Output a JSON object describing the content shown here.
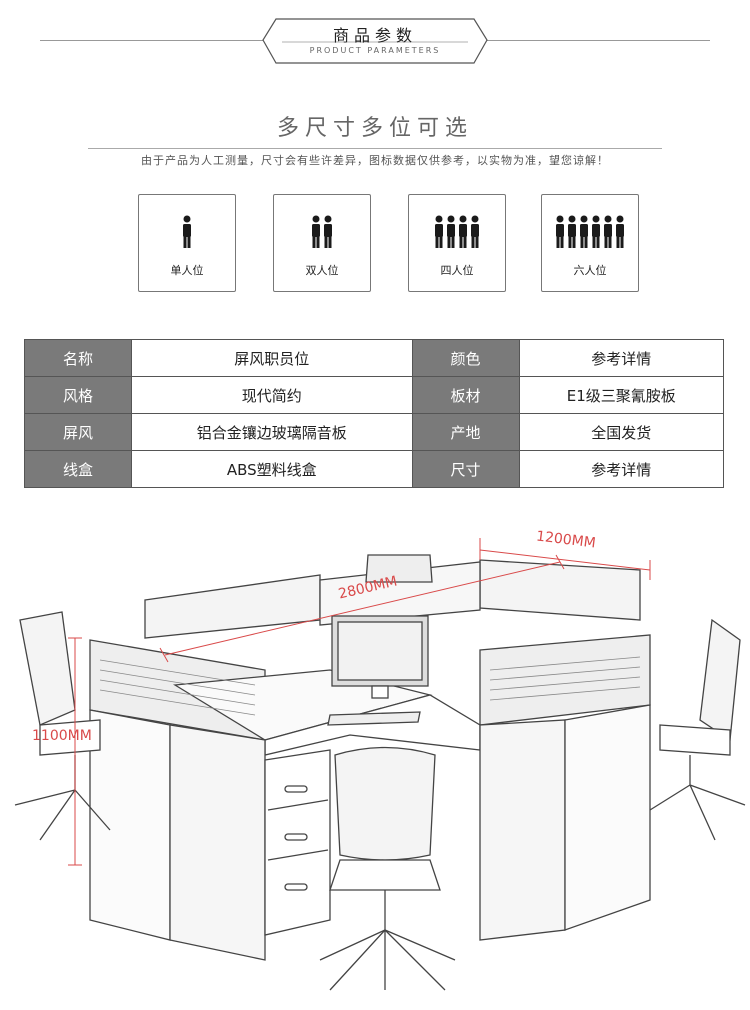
{
  "header": {
    "title": "商品参数",
    "subtitle": "PRODUCT PARAMETERS"
  },
  "section": {
    "title": "多尺寸多位可选",
    "note": "由于产品为人工测量，尺寸会有些许差异，图标数据仅供参考，以实物为准，望您谅解！"
  },
  "options": [
    {
      "label": "单人位",
      "count": 1
    },
    {
      "label": "双人位",
      "count": 2
    },
    {
      "label": "四人位",
      "count": 4
    },
    {
      "label": "六人位",
      "count": 6
    }
  ],
  "params": {
    "rows": [
      [
        {
          "k": "名称"
        },
        {
          "v": "屏风职员位"
        },
        {
          "k": "颜色"
        },
        {
          "v": "参考详情"
        }
      ],
      [
        {
          "k": "风格"
        },
        {
          "v": "现代简约"
        },
        {
          "k": "板材"
        },
        {
          "v": "E1级三聚氰胺板"
        }
      ],
      [
        {
          "k": "屏风"
        },
        {
          "v": "铝合金镶边玻璃隔音板"
        },
        {
          "k": "产地"
        },
        {
          "v": "全国发货"
        }
      ],
      [
        {
          "k": "线盒"
        },
        {
          "v": "ABS塑料线盒"
        },
        {
          "k": "尺寸"
        },
        {
          "v": "参考详情"
        }
      ]
    ]
  },
  "dimensions": {
    "width": "1200MM",
    "length": "2800MM",
    "height": "1100MM"
  },
  "colors": {
    "accent": "#d94a4a",
    "label_bg": "#7a7a7a"
  }
}
